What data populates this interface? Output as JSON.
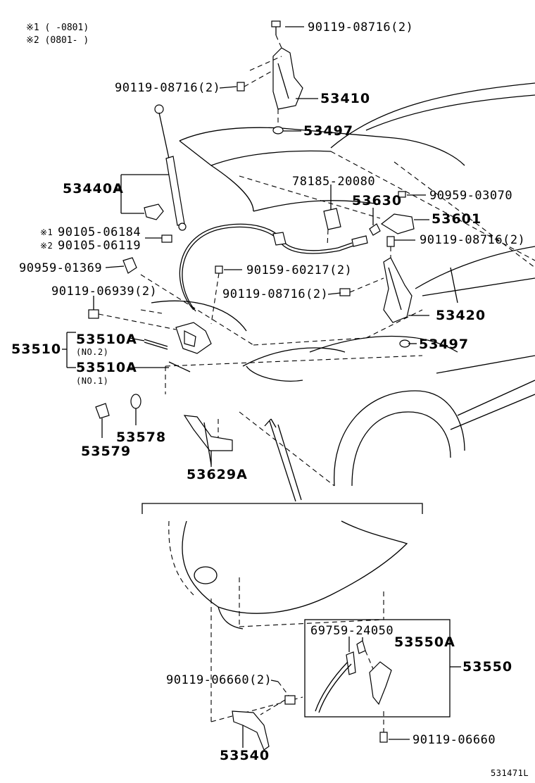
{
  "notes": [
    "※1 (     -0801)",
    "※2 (0801-     )"
  ],
  "labels": {
    "p90119_08716_top": "90119-08716(2)",
    "p90119_08716_left": "90119-08716(2)",
    "p53410": "53410",
    "p53497_top": "53497",
    "p78185_20080": "78185-20080",
    "p53630": "53630",
    "p90959_03070": "90959-03070",
    "p53601": "53601",
    "p90119_08716_right": "90119-08716(2)",
    "p53440A": "53440A",
    "p90105_06184": "90105-06184",
    "note1_mark": "※1",
    "p90105_06119": "90105-06119",
    "note2_mark": "※2",
    "p90959_01369": "90959-01369",
    "p90159_60217": "90159-60217(2)",
    "p90119_08716_mid": "90119-08716(2)",
    "p90119_06939": "90119-06939(2)",
    "p53420": "53420",
    "p53510": "53510",
    "p53510A_1": "53510A",
    "no2": "(NO.2)",
    "p53510A_2": "53510A",
    "no1": "(NO.1)",
    "p53497_bottom": "53497",
    "p53579": "53579",
    "p53578": "53578",
    "p53629A": "53629A",
    "p69759_24050": "69759-24050",
    "p53550A": "53550A",
    "p53550": "53550",
    "p90119_06660_2": "90119-06660(2)",
    "p90119_06660": "90119-06660",
    "p53540": "53540",
    "diagram_code": "531471L"
  }
}
